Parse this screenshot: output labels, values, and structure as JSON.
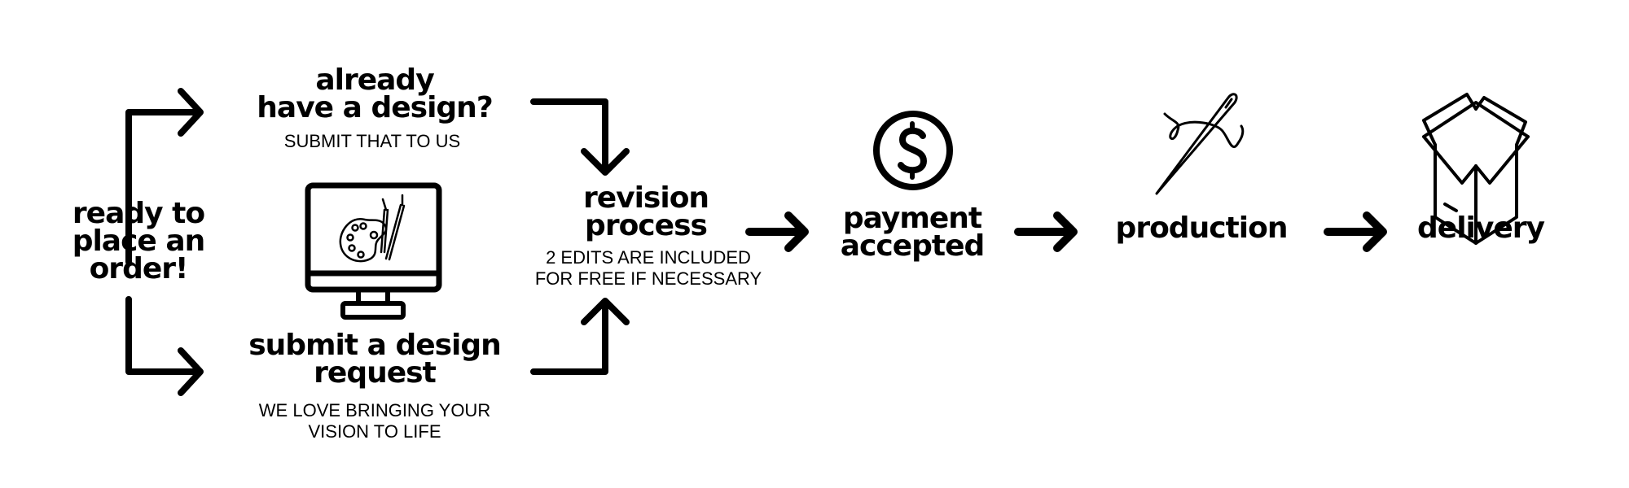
{
  "start": {
    "lines": [
      "ready to",
      "place an",
      "order!"
    ]
  },
  "have_design": {
    "lines": [
      "already",
      "have a design?"
    ],
    "subtitle": "SUBMIT THAT TO US"
  },
  "design_request": {
    "lines": [
      "submit a design",
      "request"
    ],
    "subtitle": [
      "WE LOVE BRINGING YOUR",
      "VISION TO LIFE"
    ]
  },
  "revision": {
    "lines": [
      "revision",
      "process"
    ],
    "subtitle": [
      "2 EDITS ARE INCLUDED",
      "FOR FREE IF NECESSARY"
    ]
  },
  "payment": {
    "lines": [
      "payment",
      "accepted"
    ],
    "icon": "dollar-coin-icon"
  },
  "production": {
    "label": "production",
    "icon": "needle-thread-icon"
  },
  "delivery": {
    "label": "delivery",
    "icon": "open-box-icon"
  },
  "colors": {
    "ink": "#000000",
    "background": "#ffffff"
  }
}
